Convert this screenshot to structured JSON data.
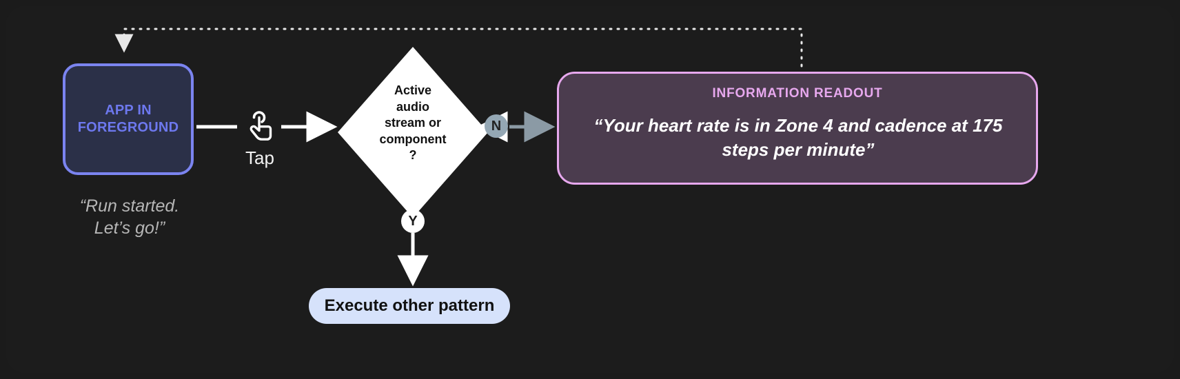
{
  "canvas": {
    "background": "#1b1b1b",
    "card_background": "#1c1c1c"
  },
  "nodes": {
    "app_box": {
      "label_line1": "APP IN",
      "label_line2": "FOREGROUND",
      "text_color": "#6d78ee",
      "border_color": "#7b84f0",
      "fill_color": "#2b3048"
    },
    "app_caption": {
      "line1": "“Run started.",
      "line2": "Let’s go!”",
      "color": "#b6b6b6"
    },
    "gesture": {
      "icon": "tap-gesture-icon",
      "label": "Tap"
    },
    "decision": {
      "line1": "Active",
      "line2": "audio",
      "line3": "stream or",
      "line4": "component",
      "line5": "?",
      "fill_color": "#ffffff",
      "text_color": "#111111"
    },
    "branch_no": {
      "label": "N",
      "fill_color": "#94a7b4",
      "text_color": "#222222"
    },
    "branch_yes": {
      "label": "Y",
      "fill_color": "#ffffff",
      "text_color": "#1d1d1d"
    },
    "readout": {
      "title": "INFORMATION READOUT",
      "body_line1": "“Your heart rate is in Zone 4 and cadence at",
      "body_line2": "175 steps per minute”",
      "title_color": "#e7a8ee",
      "border_color": "#e7a8ee",
      "fill_color": "#4b3c4e",
      "body_color": "#ffffff"
    },
    "pill": {
      "label": "Execute other pattern",
      "fill_color": "#d6e2fb",
      "text_color": "#111111"
    }
  },
  "connectors": {
    "feedback_loop_style": "dotted",
    "feedback_loop_color": "#e8e8e8",
    "solid_arrow_color": "#ffffff",
    "no_branch_arrow_color": "#8b9aa5"
  }
}
